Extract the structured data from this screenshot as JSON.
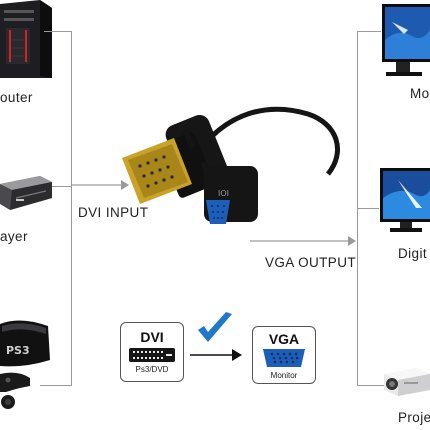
{
  "left_column": {
    "items": [
      {
        "label": "outer",
        "icon": "computer-tower-icon"
      },
      {
        "label": "ayer",
        "icon": "dvd-player-icon"
      },
      {
        "label": "",
        "icon": "game-console-icon"
      }
    ]
  },
  "right_column": {
    "items": [
      {
        "label": "Mon",
        "icon": "monitor-icon"
      },
      {
        "label": "Digit",
        "icon": "digital-tv-icon"
      },
      {
        "label": "Proje",
        "icon": "projector-icon"
      }
    ]
  },
  "center": {
    "dvi_input_label": "DVI INPUT",
    "vga_output_label": "VGA OUTPUT",
    "adapter_icon": "dvi-to-vga-adapter-icon"
  },
  "legend": {
    "dvi_title": "DVI",
    "dvi_sub": "Ps3/DVD",
    "vga_title": "VGA",
    "vga_sub": "Monitor",
    "check_icon": "checkmark-icon",
    "arrow_icon": "arrow-right-icon"
  },
  "colors": {
    "line": "#9a9a9a",
    "adapter": "#151515",
    "gold": "#c9a227",
    "vga_blue": "#1d5fb8",
    "check_blue": "#1f78c8"
  }
}
